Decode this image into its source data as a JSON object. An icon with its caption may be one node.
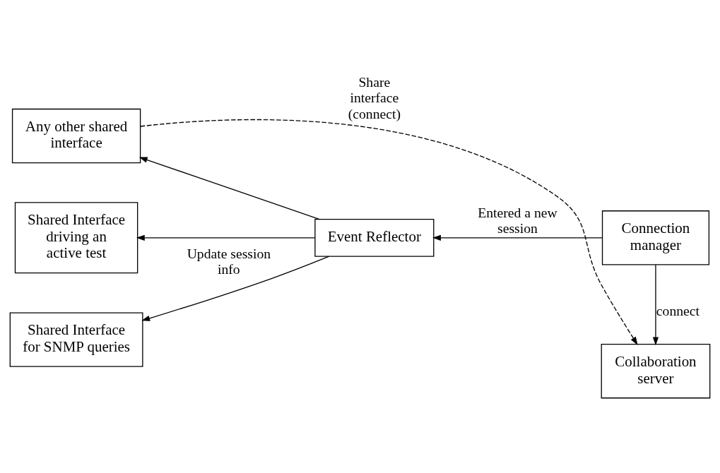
{
  "diagram": {
    "nodes": [
      {
        "text": [
          "Shared Interface driving an active test"
        ]
      },
      {
        "text": [
          "Shared Interface for SNMP queries"
        ]
      },
      {
        "text": [
          "Event Reflector"
        ]
      },
      {
        "text": [
          "Connection manager"
        ]
      },
      {
        "text": [
          "Any other shared interface"
        ]
      },
      {
        "text": [
          "Collaboration server"
        ]
      }
    ],
    "edges": [
      {
        "from": 2,
        "to": 0,
        "arrow": "to"
      },
      {
        "from": 2,
        "to": 1,
        "arrow": "to",
        "label": "Update session info"
      },
      {
        "from": 2,
        "to": 4,
        "arrow": "to"
      },
      {
        "from": 3,
        "to": 2,
        "arrow": "to",
        "label": "Entered a new session"
      },
      {
        "from": 3,
        "to": 5,
        "arrow": "to",
        "label": "connect"
      },
      {
        "from": 4,
        "to": 5,
        "arrow": "to",
        "label": "Share interface (connect)",
        "style": "dashed"
      }
    ]
  }
}
